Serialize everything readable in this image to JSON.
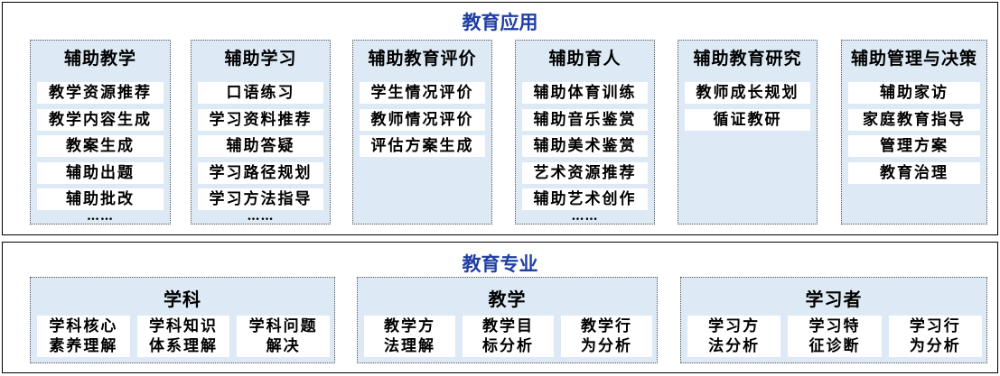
{
  "application": {
    "title": "教育应用",
    "columns": [
      {
        "title": "辅助教学",
        "items": [
          "教学资源推荐",
          "教学内容生成",
          "教案生成",
          "辅助出题",
          "辅助批改"
        ],
        "more": "……"
      },
      {
        "title": "辅助学习",
        "items": [
          "口语练习",
          "学习资料推荐",
          "辅助答疑",
          "学习路径规划",
          "学习方法指导"
        ],
        "more": "……"
      },
      {
        "title": "辅助教育评价",
        "items": [
          "学生情况评价",
          "教师情况评价",
          "评估方案生成"
        ],
        "more": ""
      },
      {
        "title": "辅助育人",
        "items": [
          "辅助体育训练",
          "辅助音乐鉴赏",
          "辅助美术鉴赏",
          "艺术资源推荐",
          "辅助艺术创作"
        ],
        "more": "……"
      },
      {
        "title": "辅助教育研究",
        "items": [
          "教师成长规划",
          "循证教研"
        ],
        "more": ""
      },
      {
        "title": "辅助管理与决策",
        "items": [
          "辅助家访",
          "家庭教育指导",
          "管理方案",
          "教育治理"
        ],
        "more": ""
      }
    ]
  },
  "specialty": {
    "title": "教育专业",
    "groups": [
      {
        "title": "学科",
        "items": [
          [
            "学科核心",
            "素养理解"
          ],
          [
            "学科知识",
            "体系理解"
          ],
          [
            "学科问题",
            "解决"
          ]
        ]
      },
      {
        "title": "教学",
        "items": [
          [
            "教学方",
            "法理解"
          ],
          [
            "教学目",
            "标分析"
          ],
          [
            "教学行",
            "为分析"
          ]
        ]
      },
      {
        "title": "学习者",
        "items": [
          [
            "学习方",
            "法分析"
          ],
          [
            "学习特",
            "征诊断"
          ],
          [
            "学习行",
            "为分析"
          ]
        ]
      }
    ]
  }
}
